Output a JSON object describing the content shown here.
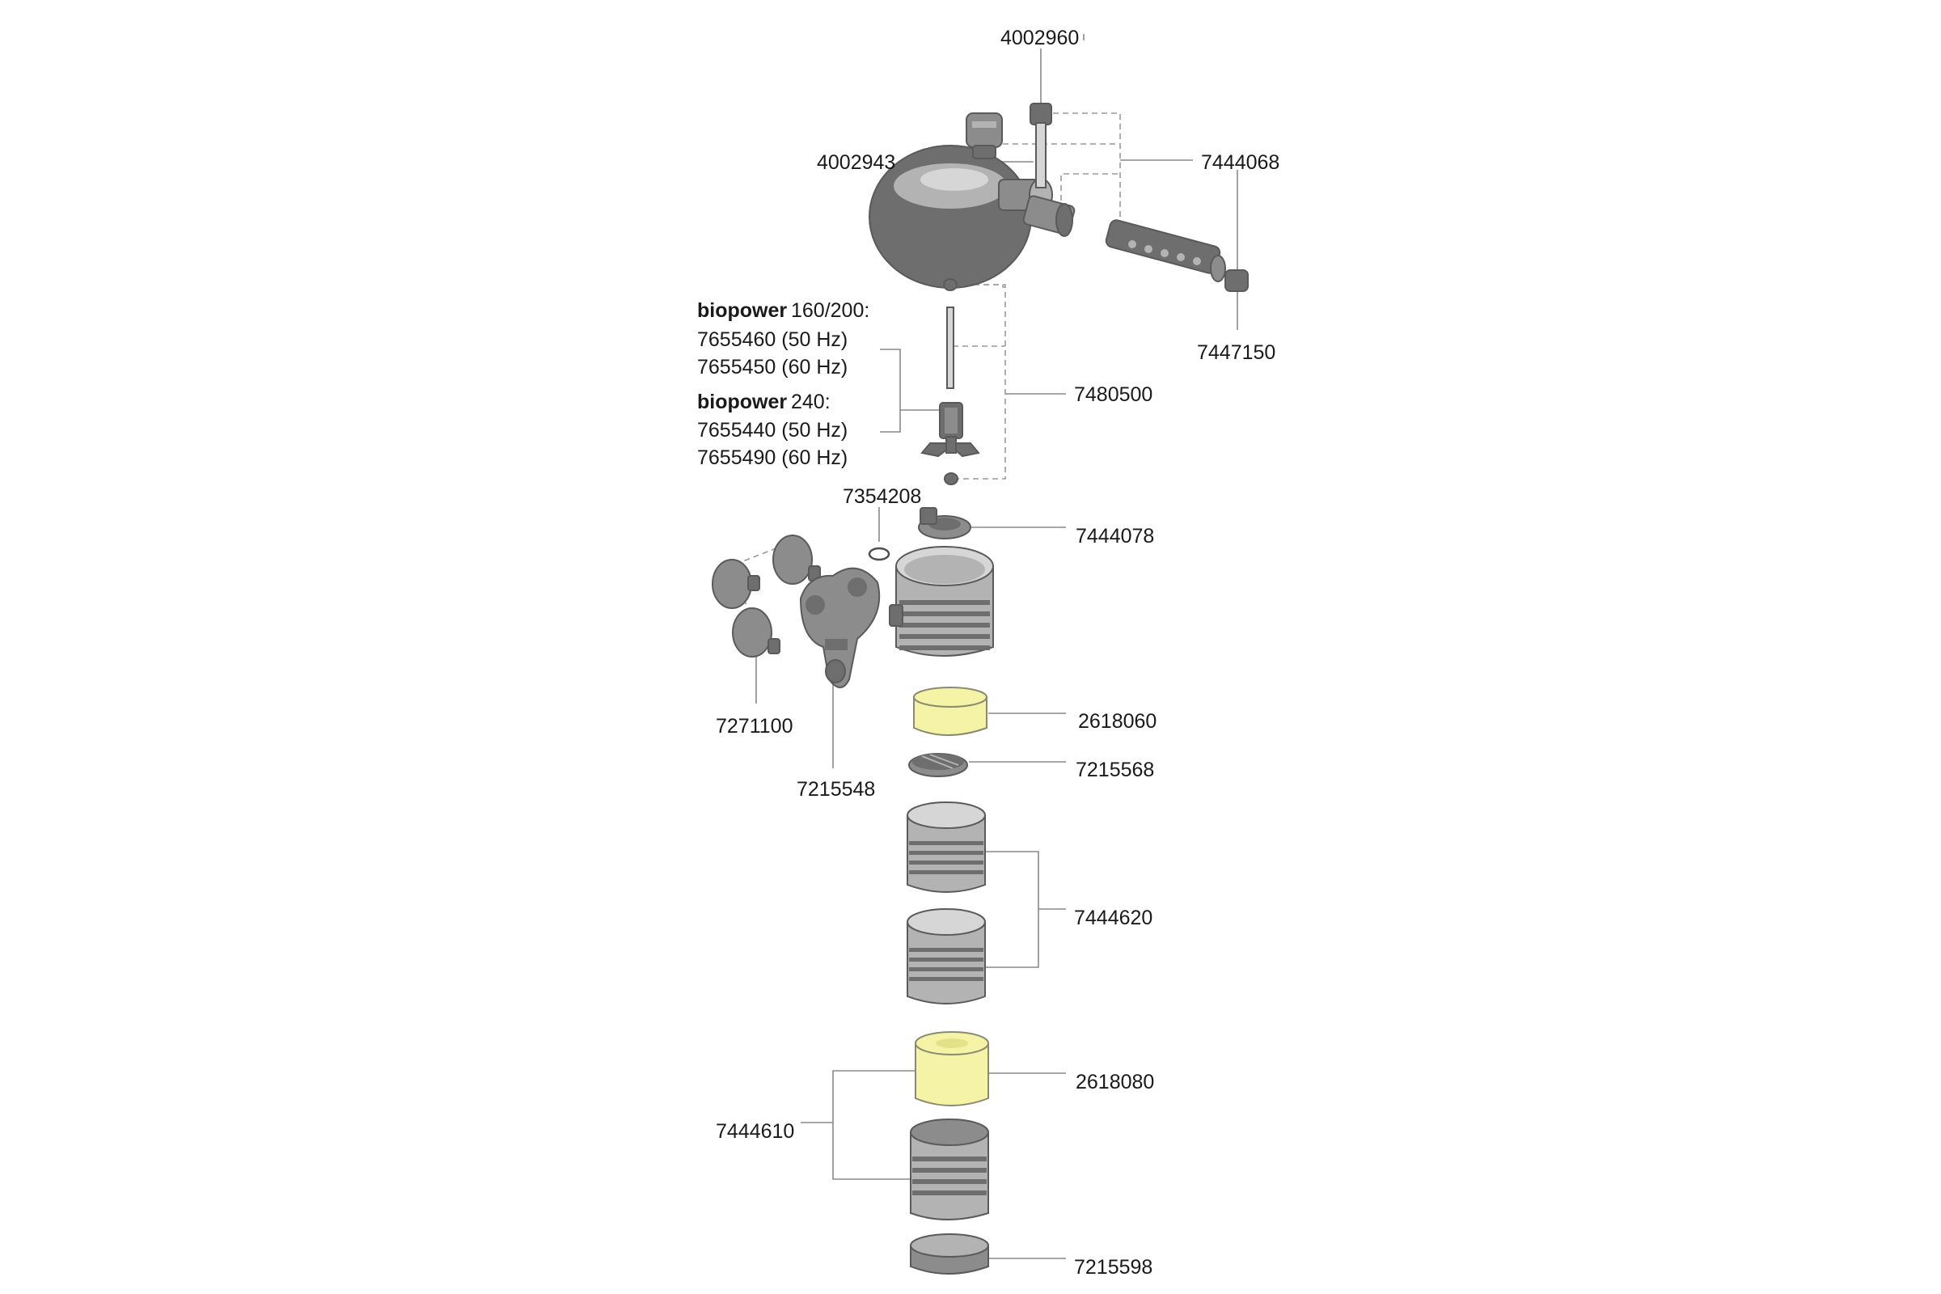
{
  "labels": {
    "p4002960": "4002960",
    "p4002943": "4002943",
    "p7444068": "7444068",
    "p7447150": "7447150",
    "p7480500": "7480500",
    "biopower_a_bold": "biopower",
    "biopower_a_rest": " 160/200:",
    "p7655460": "7655460 (50 Hz)",
    "p7655450": "7655450 (60 Hz)",
    "biopower_b_bold": "biopower",
    "biopower_b_rest": " 240:",
    "p7655440": "7655440 (50 Hz)",
    "p7655490": "7655490 (60 Hz)",
    "p7354208": "7354208",
    "p7444078": "7444078",
    "p7271100": "7271100",
    "p7215548": "7215548",
    "p2618060": "2618060",
    "p7215568": "7215568",
    "p7444620": "7444620",
    "p2618080": "2618080",
    "p7444610": "7444610",
    "p7215598": "7215598"
  },
  "colors": {
    "part_dark": "#6e6e6e",
    "part_light": "#b3b3b3",
    "sponge": "#f5f3a6",
    "leader": "#8a8a8a"
  }
}
